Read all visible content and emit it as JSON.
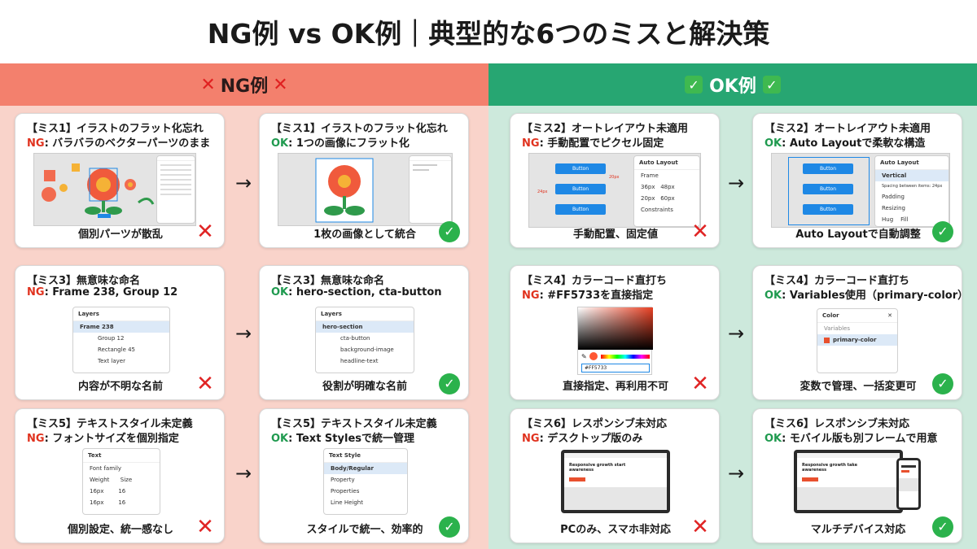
{
  "title": "NG例 vs OK例｜典型的な6つのミスと解決策",
  "colors": {
    "ng_bg": "#f9d3ca",
    "ng_banner": "#f3806d",
    "ok_bg": "#cde9dc",
    "ok_banner": "#27a672",
    "ng_red": "#e0321e",
    "ok_green": "#1f9a4f"
  },
  "ng_header": {
    "icon": "cross-mark",
    "label": "NG例"
  },
  "ok_header": {
    "icon": "check-box",
    "label": "OK例"
  },
  "cards": {
    "m1_ng": {
      "title": "【ミス1】イラストのフラット化忘れ",
      "tag": "NG",
      "desc": ": バラバラのベクターパーツのまま",
      "caption": "個別パーツが散乱"
    },
    "m1_ok": {
      "title": "【ミス1】イラストのフラット化忘れ",
      "tag": "OK",
      "desc": ": 1つの画像にフラット化",
      "caption": "1枚の画像として統合"
    },
    "m2_ng": {
      "title": "【ミス2】オートレイアウト未適用",
      "tag": "NG",
      "desc": ": 手動配置でピクセル固定",
      "caption": "手動配置、固定値",
      "btn": "Button",
      "panel_title": "Auto Layout",
      "panel_frame": "Frame",
      "panel_constraints": "Constraints",
      "spacing_a": "20px",
      "spacing_b": "24px",
      "field1": "36px",
      "field2": "48px",
      "field3": "20px",
      "field4": "60px"
    },
    "m2_ok": {
      "title": "【ミス2】オートレイアウト未適用",
      "tag": "OK",
      "desc": ": Auto Layoutで柔軟な構造",
      "caption": "Auto Layoutで自動調整",
      "btn": "Button",
      "panel_title": "Auto Layout",
      "direction": "Vertical",
      "spacing_label": "Spacing between items: 24px",
      "padding": "Padding",
      "resizing": "Resizing",
      "hug": "Hug",
      "fill": "Fill"
    },
    "m3_ng": {
      "title": "【ミス3】無意味な命名",
      "tag": "NG",
      "desc": ": Frame 238, Group 12",
      "caption": "内容が不明な名前",
      "panel_title": "Layers",
      "layers": [
        "Frame 238",
        "Group 12",
        "Rectangle 45",
        "Text layer"
      ]
    },
    "m3_ok": {
      "title": "【ミス3】無意味な命名",
      "tag": "OK",
      "desc": ": hero-section, cta-button",
      "caption": "役割が明確な名前",
      "panel_title": "Layers",
      "layers": [
        "hero-section",
        "cta-button",
        "background-image",
        "headline-text"
      ]
    },
    "m4_ng": {
      "title": "【ミス4】カラーコード直打ち",
      "tag": "NG",
      "desc": ": #FF5733を直接指定",
      "caption": "直接指定、再利用不可",
      "hex": "#FF5733"
    },
    "m4_ok": {
      "title": "【ミス4】カラーコード直打ち",
      "tag": "OK",
      "desc": ": Variables使用（primary-color）",
      "caption": "変数で管理、一括変更可",
      "panel_title": "Color",
      "section": "Variables",
      "variable": "primary-color"
    },
    "m5_ng": {
      "title": "【ミス5】テキストスタイル未定義",
      "tag": "NG",
      "desc": ": フォントサイズを個別指定",
      "caption": "個別設定、統一感なし",
      "panel_title": "Text",
      "font_family": "Font family",
      "weight": "Weight",
      "size": "Size",
      "v1": "16px",
      "v2": "16",
      "v3": "16px",
      "v4": "16"
    },
    "m5_ok": {
      "title": "【ミス5】テキストスタイル未定義",
      "tag": "OK",
      "desc": ": Text Stylesで統一管理",
      "caption": "スタイルで統一、効率的",
      "panel_title": "Text Style",
      "items": [
        "Body/Regular",
        "Property",
        "Properties",
        "Line Height"
      ]
    },
    "m6_ng": {
      "title": "【ミス6】レスポンシブ未対応",
      "tag": "NG",
      "desc": ": デスクトップ版のみ",
      "caption": "PCのみ、スマホ非対応",
      "hero_text": "Responsive growth start awareness"
    },
    "m6_ok": {
      "title": "【ミス6】レスポンシブ未対応",
      "tag": "OK",
      "desc": ": モバイル版も別フレームで用意",
      "caption": "マルチデバイス対応",
      "hero_text": "Responsive growth take awareness"
    }
  },
  "arrow_glyph": "→",
  "ng_mark": "✕",
  "ok_mark": "✓"
}
